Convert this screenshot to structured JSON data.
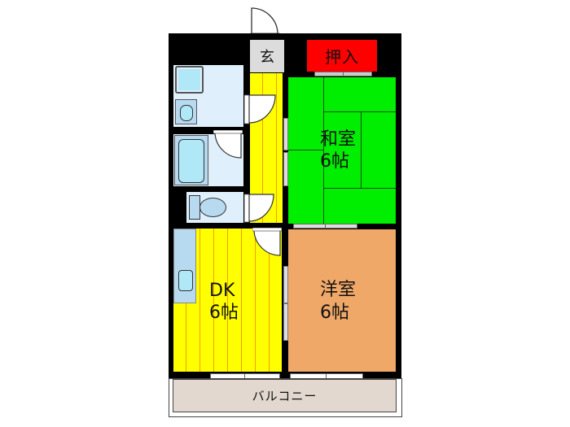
{
  "floorplan": {
    "rooms": {
      "entrance": {
        "label": "玄",
        "color": "#dcdcdc"
      },
      "closet": {
        "label": "押入",
        "color": "#ff0000"
      },
      "washitsu": {
        "label": "和室\n6帖",
        "name": "和室",
        "size": "6帖",
        "color": "#00ee00"
      },
      "yoshitsu": {
        "label": "洋室\n6帖",
        "name": "洋室",
        "size": "6帖",
        "color": "#f0a868"
      },
      "dk": {
        "label": "DK\n6帖",
        "name": "DK",
        "size": "6帖",
        "color": "#ffff00"
      },
      "balcony": {
        "label": "バルコニー",
        "color": "#e2d8d0"
      },
      "hallway": {
        "color": "#ffff00"
      },
      "wet_area": {
        "color": "#dff0fc"
      }
    },
    "colors": {
      "wall": "#000000",
      "flooring_stripe": "#f0a000",
      "fixture_blue": "#b0e8f8"
    }
  }
}
